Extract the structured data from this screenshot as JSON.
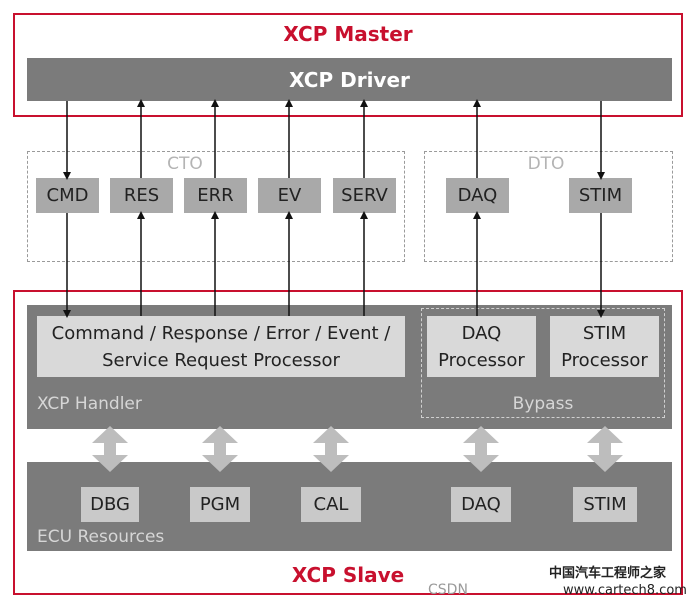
{
  "master": {
    "title": "XCP Master",
    "driver": "XCP Driver"
  },
  "cto": {
    "label": "CTO",
    "boxes": [
      "CMD",
      "RES",
      "ERR",
      "EV",
      "SERV"
    ]
  },
  "dto": {
    "label": "DTO",
    "boxes": [
      "DAQ",
      "STIM"
    ]
  },
  "slave": {
    "title": "XCP Slave",
    "handler_label": "XCP Handler",
    "processor_line1": "Command / Response / Error / Event /",
    "processor_line2": "Service Request Processor",
    "bypass_label": "Bypass",
    "daq_proc_line1": "DAQ",
    "daq_proc_line2": "Processor",
    "stim_proc_line1": "STIM",
    "stim_proc_line2": "Processor",
    "resources_label": "ECU Resources",
    "resources": [
      "DBG",
      "PGM",
      "CAL",
      "DAQ",
      "STIM"
    ]
  },
  "watermark": {
    "csdn": "CSDN",
    "cn_text": "中国汽车工程师之家",
    "url": "www.cartech8.com"
  },
  "colors": {
    "accent_red": "#c8102e",
    "dark_gray": "#7b7b7b",
    "box_gray": "#a9a9a9"
  }
}
